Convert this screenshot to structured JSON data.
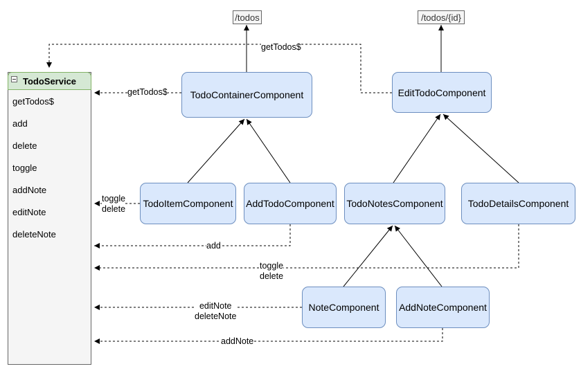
{
  "service": {
    "title": "TodoService",
    "methods": [
      "getTodos$",
      "add",
      "delete",
      "toggle",
      "addNote",
      "editNote",
      "deleteNote"
    ]
  },
  "routes": {
    "todos": "/todos",
    "todo_by_id": "/todos/{id}"
  },
  "components": {
    "todo_container": "TodoContainerComponent",
    "edit_todo": "EditTodoComponent",
    "todo_item": "TodoItemComponent",
    "add_todo": "AddTodoComponent",
    "todo_notes": "TodoNotesComponent",
    "todo_details": "TodoDetailsComponent",
    "note": "NoteComponent",
    "add_note": "AddNoteComponent"
  },
  "edge_labels": {
    "edit_get_todos": "getTodos$",
    "container_get_todos": "getTodos$",
    "item_toggle_delete": [
      "toggle",
      "delete"
    ],
    "add_todo_add": "add",
    "details_toggle_delete": [
      "toggle",
      "delete"
    ],
    "note_edit_delete": [
      "editNote",
      "deleteNote"
    ],
    "add_note": "addNote"
  },
  "colors": {
    "component_fill": "#dae8fc",
    "component_stroke": "#6c8ebf",
    "service_header_fill": "#d5e8d4",
    "service_header_stroke": "#82b366",
    "service_body_fill": "#f5f5f5",
    "route_fill": "#f5f5f5",
    "line": "#000000"
  }
}
